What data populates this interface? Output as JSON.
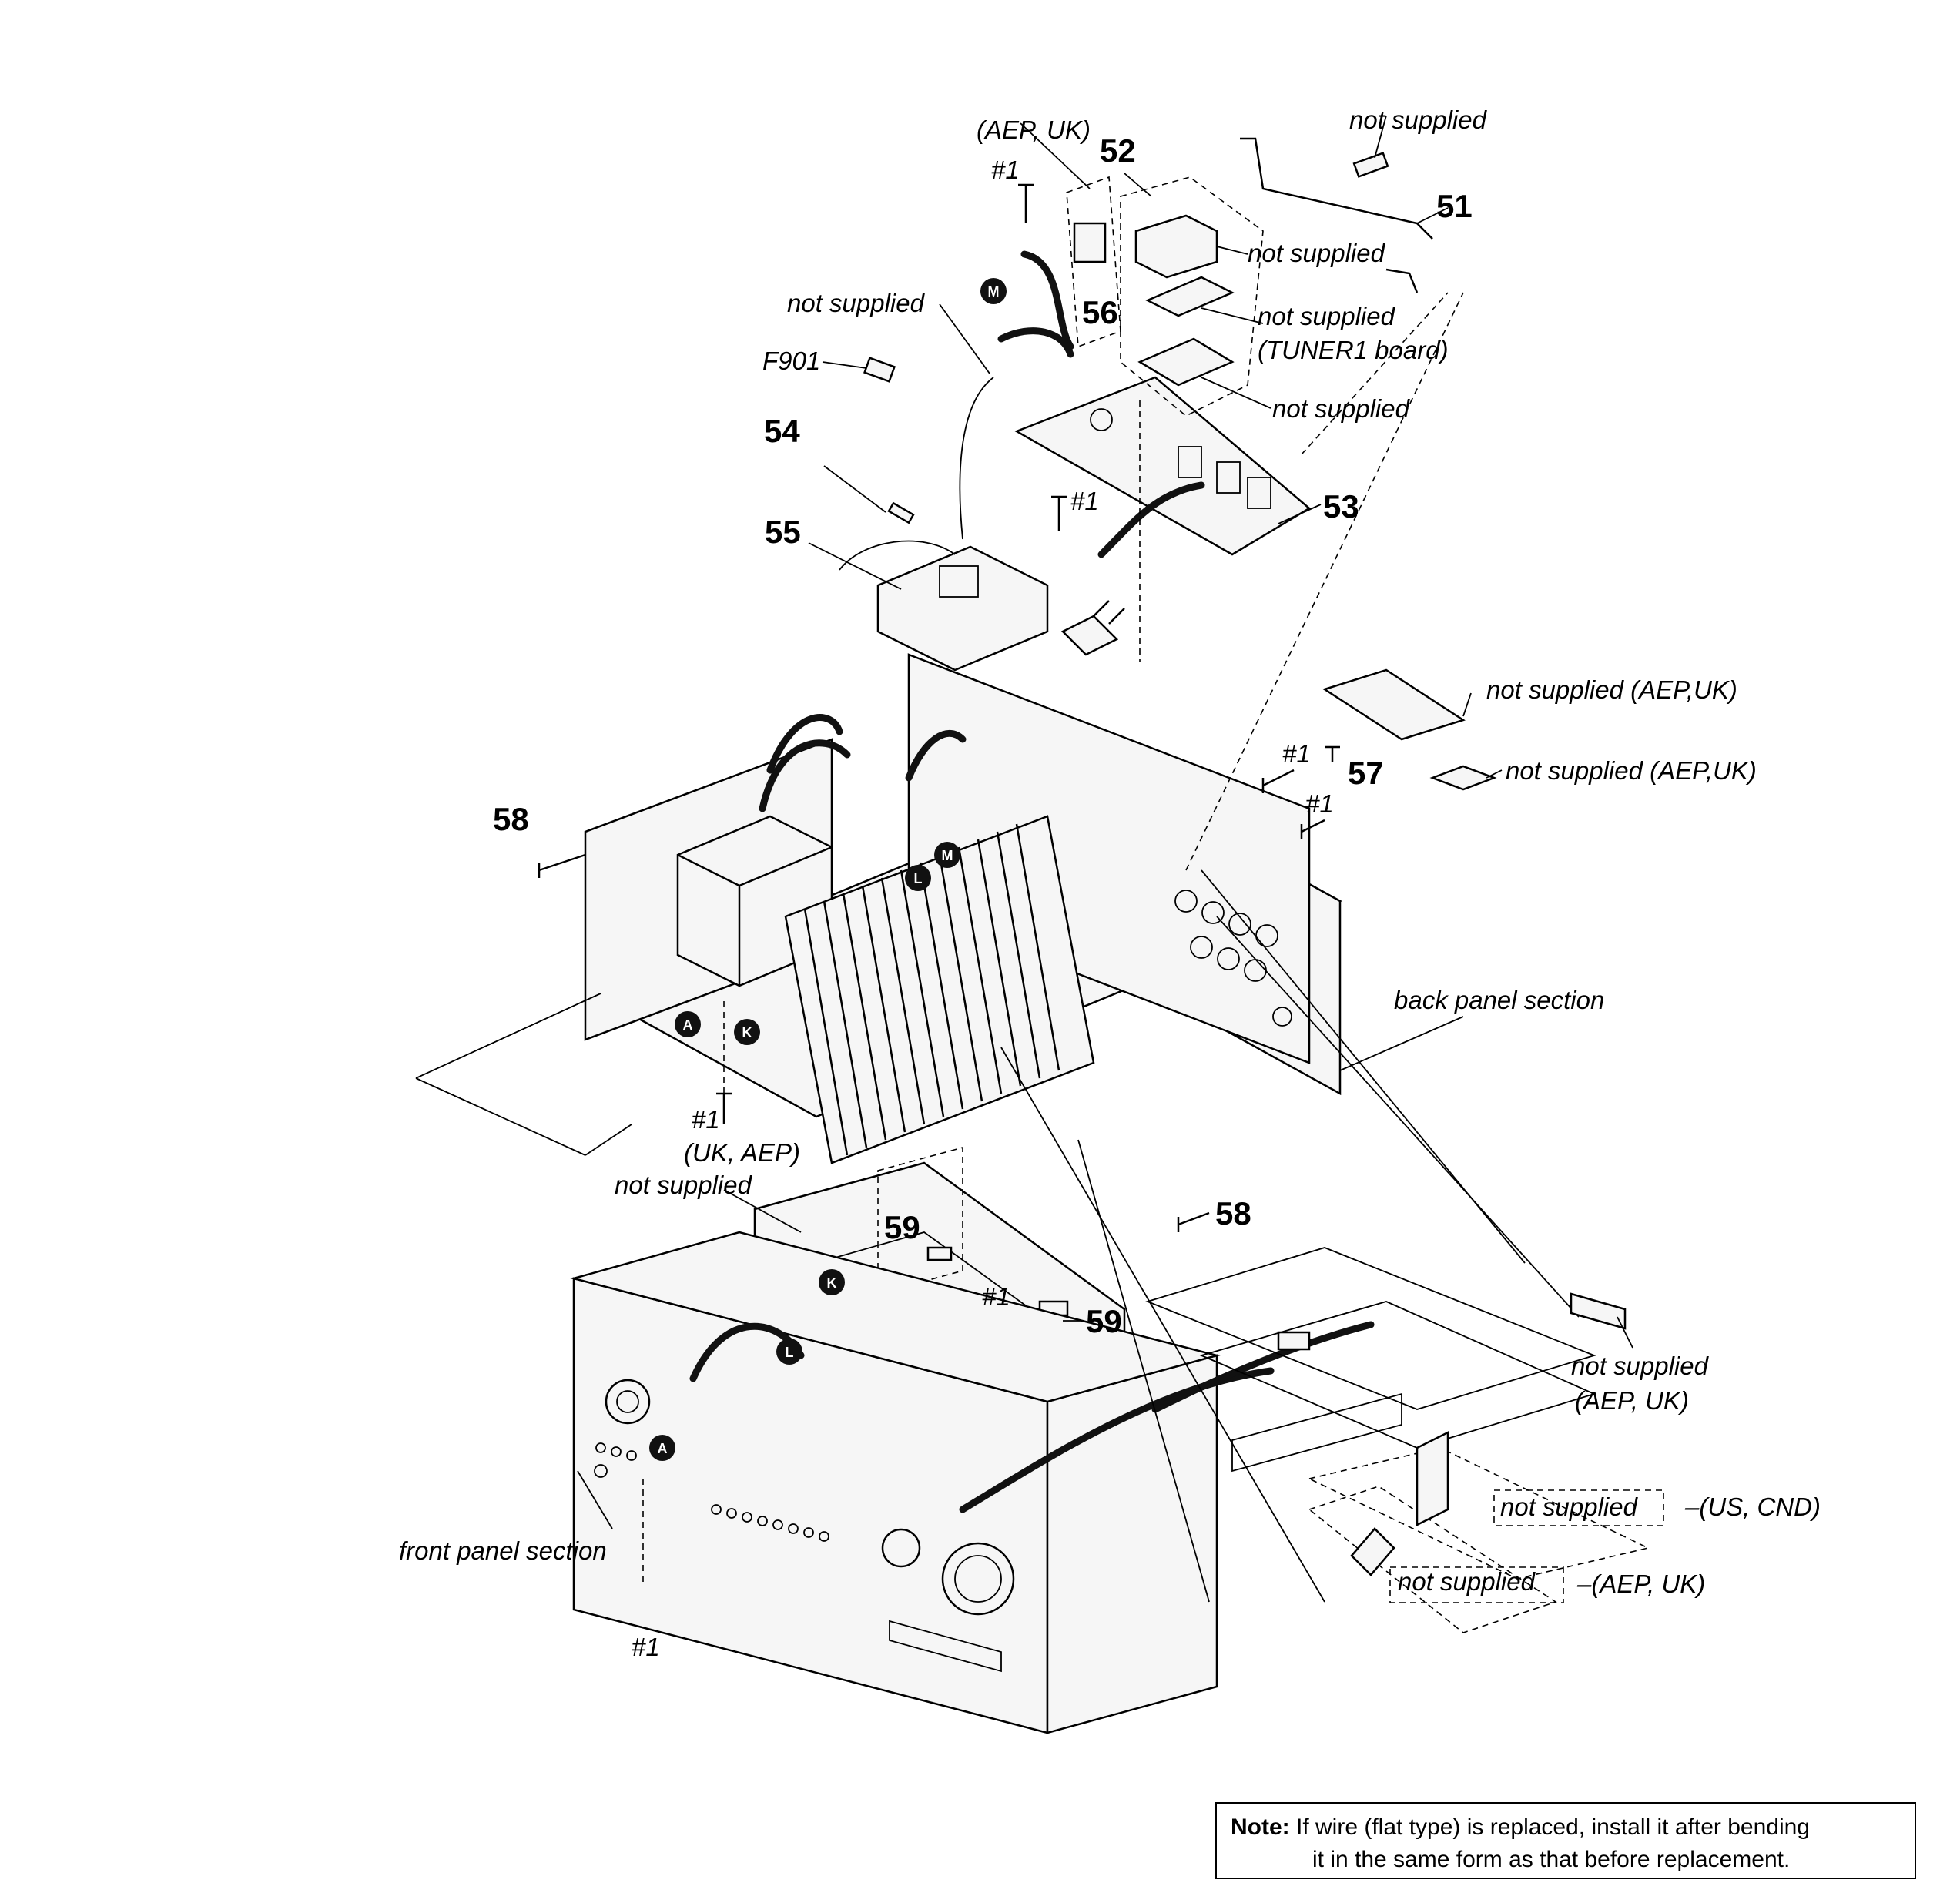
{
  "part_numbers": {
    "p51": "51",
    "p52": "52",
    "p53": "53",
    "p54": "54",
    "p55": "55",
    "p56": "56",
    "p57": "57",
    "p58a": "58",
    "p58b": "58",
    "p59a": "59",
    "p59b": "59"
  },
  "labels": {
    "aep_uk_top": "(AEP, UK)",
    "screw_1": "#1",
    "not_supplied_top": "not supplied",
    "not_supplied_51": "not supplied",
    "not_supplied_tuner": "not supplied",
    "tuner1_board": "(TUNER1 board)",
    "not_supplied_52b": "not supplied",
    "not_supplied_f": "not supplied",
    "f901": "F901",
    "not_supplied_aep_uk_1": "not supplied (AEP,UK)",
    "not_supplied_aep_uk_2": "not supplied (AEP,UK)",
    "back_panel_section": "back panel section",
    "uk_aep": "(UK, AEP)",
    "not_supplied_mid": "not supplied",
    "not_supplied_right": "not supplied",
    "aep_uk_right": "(AEP, UK)",
    "not_supplied_us": "not supplied",
    "us_cnd": "–(US, CND)",
    "not_supplied_aep": "not supplied",
    "aep_uk_bottom": "–(AEP, UK)",
    "front_panel_section": "front panel section"
  },
  "markers": {
    "M": "M",
    "L": "L",
    "A": "A",
    "K": "K"
  },
  "note": {
    "label": "Note:",
    "line1": "If wire (flat type) is replaced, install it after bending",
    "line2": "it in the same form as that before replacement."
  }
}
